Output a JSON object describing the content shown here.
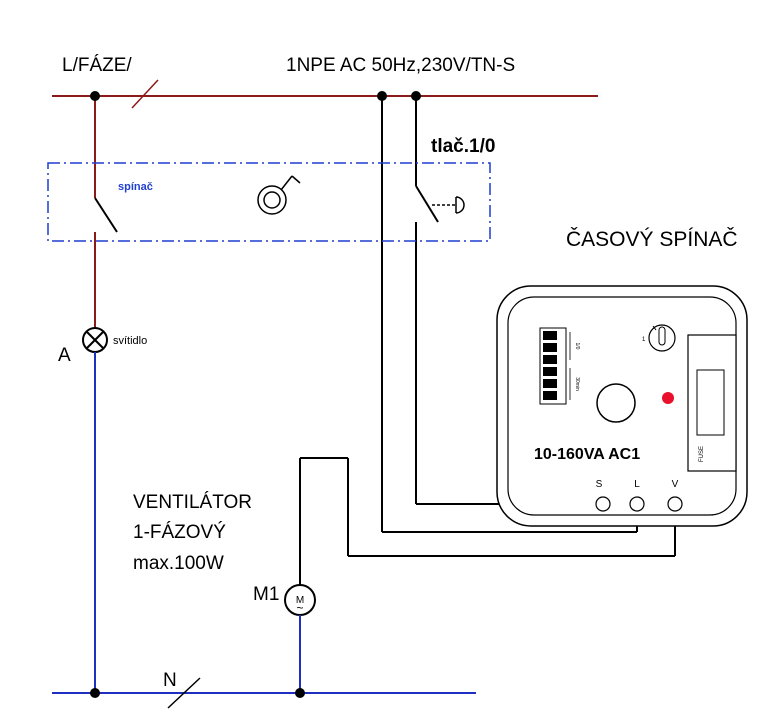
{
  "labels": {
    "phase": "L/FÁZE/",
    "supply": "1NPE AC 50Hz,230V/TN-S",
    "button": "tlač.1/0",
    "switch": "spínač",
    "timer_title": "ČASOVÝ SPÍNAČ",
    "lamp_letter": "A",
    "lamp": "svítidlo",
    "fan_line1": "VENTILÁTOR",
    "fan_line2": "1-FÁZOVÝ",
    "fan_line3": "max.100W",
    "motor_ref": "M1",
    "motor_symbol": "M",
    "motor_tilde": "~",
    "neutral": "N"
  },
  "device": {
    "rating": "10-160VA AC1",
    "terminal_s": "S",
    "terminal_l": "L",
    "terminal_v": "V",
    "fuse": "FUSE",
    "dial_mark": "1",
    "dip_label_top": "1/0",
    "dip_label_bottom": "30min"
  },
  "colors": {
    "phase_wire": "#8b1a1a",
    "neutral_wire": "#1f2fbf",
    "switch_box": "#1f3fd0",
    "indicator": "#e8102a",
    "wire": "#000000"
  }
}
